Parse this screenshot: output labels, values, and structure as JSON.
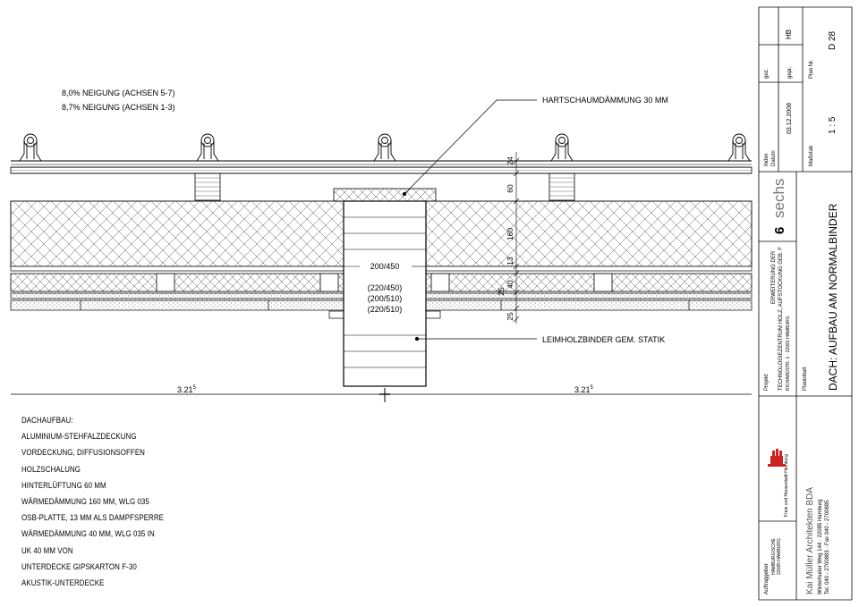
{
  "slope": {
    "line1": "8,0% NEIGUNG (ACHSEN 5-7)",
    "line2": "8,7% NEIGUNG (ACHSEN 1-3)"
  },
  "callouts": {
    "insulation": "HARTSCHAUMDÄMMUNG 30 MM",
    "beam": "LEIMHOLZBINDER GEM. STATIK"
  },
  "beam_labels": [
    "200/450",
    "(220/450)",
    "(200/510)",
    "(220/510)"
  ],
  "dimensions": {
    "vertical": [
      "24",
      "60",
      "160",
      "13",
      "40",
      "25",
      "25"
    ],
    "span_left": "3.21",
    "span_left_sup": "5",
    "span_right": "3.21",
    "span_right_sup": "5"
  },
  "legend": {
    "heading": "DACHAUFBAU:",
    "items": [
      "ALUMINIUM-STEHFALZDECKUNG",
      "VORDECKUNG, DIFFUSIONSOFFEN",
      "HOLZSCHALUNG",
      "HINTERLÜFTUNG 60 MM",
      "WÄRMEDÄMMUNG 160 MM, WLG 035",
      "OSB-PLATTE, 13 MM ALS DAMPFSPERRE",
      "WÄRMEDÄMMUNG 40 MM, WLG 035 IN",
      "UK 40 MM VON",
      "UNTERDECKE GIPSKARTON F-30",
      "AKUSTIK-UNTERDECKE"
    ]
  },
  "title_block": {
    "drawn_label": "gez.",
    "drawn_value": "HB",
    "checked_label": "gepr.",
    "plan_no_label": "Plan Nr.",
    "plan_no_value": "D 28",
    "index_label": "Index",
    "date_label": "Datum",
    "date_value": "03.12.2008",
    "scale_label": "Maßstab",
    "scale_value": "1 : 5",
    "logo_text": "sechs",
    "logo_digit": "6",
    "project_label": "Projekt",
    "project_line1": "ERWEITERUNG DER",
    "project_line2": "TECHNOLOGIEZENTRUM HOLZ, AUFSTOCKUNG GEB. F",
    "project_line3": "RICHARDSTR. 1 · 22081 HAMBURG",
    "plan_content_label": "Planinhalt",
    "plan_title": "DACH: AUFBAU AM NORMALBINDER",
    "client_label": "Auftraggeber",
    "client_line1": "HAMBURGISCHE",
    "client_line2": "22085 HAMBURG",
    "client_mid": "Freie und Hansestadt Hamburg",
    "architect_name": "Kai Müller Architekten BDA",
    "architect_address": "Winterhuder Weg 144 · 22085 Hamburg",
    "architect_phone": "Tel. 040 - 2700883 · Fax 040 - 2700885"
  },
  "colors": {
    "line": "#000000",
    "insulation_hatch": "#555555",
    "crest": "#cc2222"
  }
}
